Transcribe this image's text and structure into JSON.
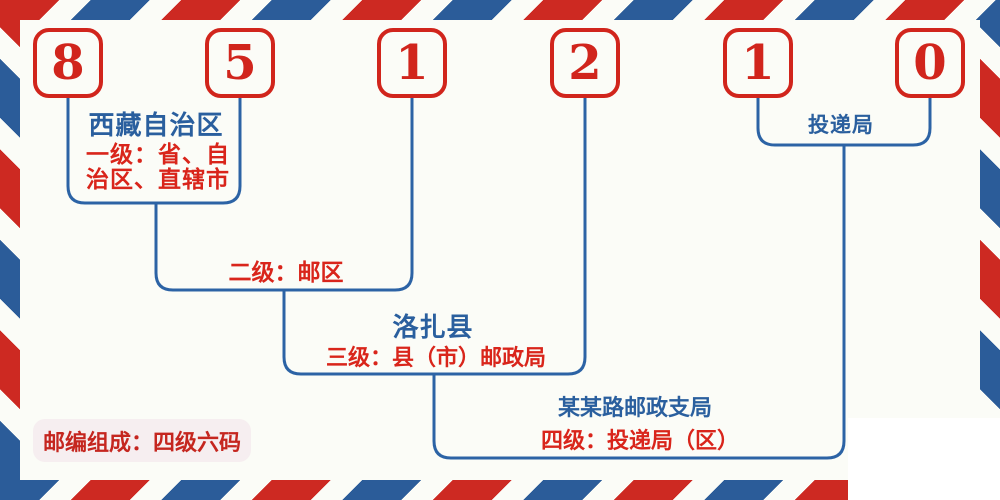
{
  "diagram": {
    "postal_code": {
      "value": "851210",
      "digits": [
        "8",
        "5",
        "1",
        "2",
        "1",
        "0"
      ]
    },
    "annotations": {
      "level1": {
        "region": "西藏自治区",
        "label_lines": [
          "一级：省、自",
          "治区、直辖市"
        ]
      },
      "level2": {
        "label": "二级：邮区"
      },
      "level3": {
        "region": "洛扎县",
        "label": "三级：县（市）邮政局"
      },
      "level4": {
        "region": "某某路邮政支局",
        "label": "四级：投递局（区）"
      },
      "delivery_bureau": {
        "label": "投递局"
      }
    },
    "footer": {
      "composition_badge": "邮编组成：四级六码"
    },
    "colors": {
      "accent_red": "#d1251c",
      "accent_blue": "#2a5f9e",
      "line_blue": "#2c63a5",
      "border_red": "#cd2922",
      "border_blue": "#2b5c99",
      "badge_bg": "#f6eef0"
    }
  }
}
